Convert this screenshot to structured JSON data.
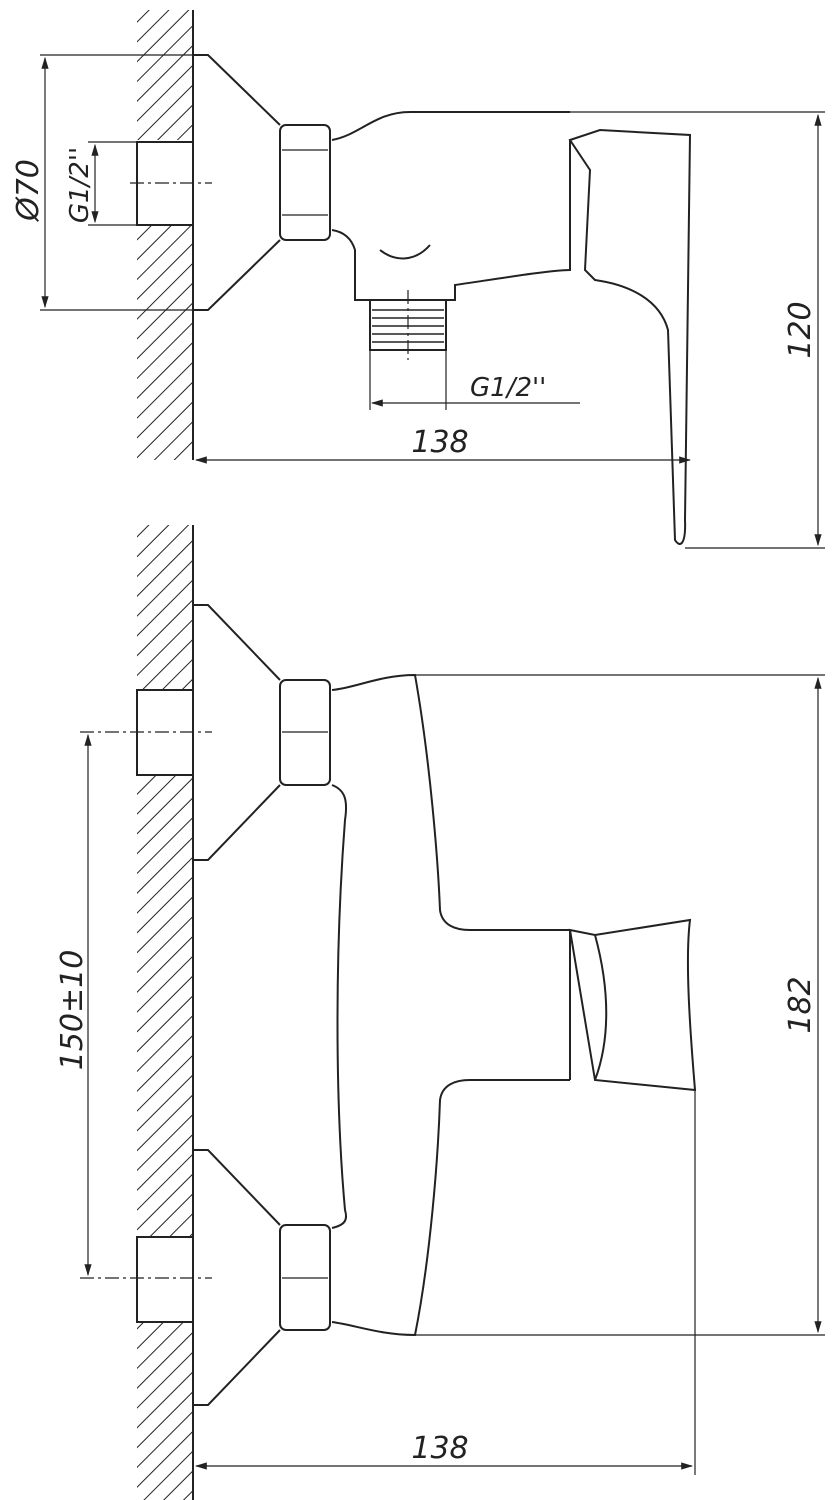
{
  "top_view": {
    "diameter_label": "Ø70",
    "inlet_thread_label": "G1/2''",
    "outlet_thread_label": "G1/2''",
    "depth_label": "138",
    "height_label": "120"
  },
  "front_view": {
    "spacing_label": "150±10",
    "height_label": "182",
    "depth_label": "138"
  },
  "colors": {
    "line": "#222222",
    "background": "#ffffff"
  }
}
